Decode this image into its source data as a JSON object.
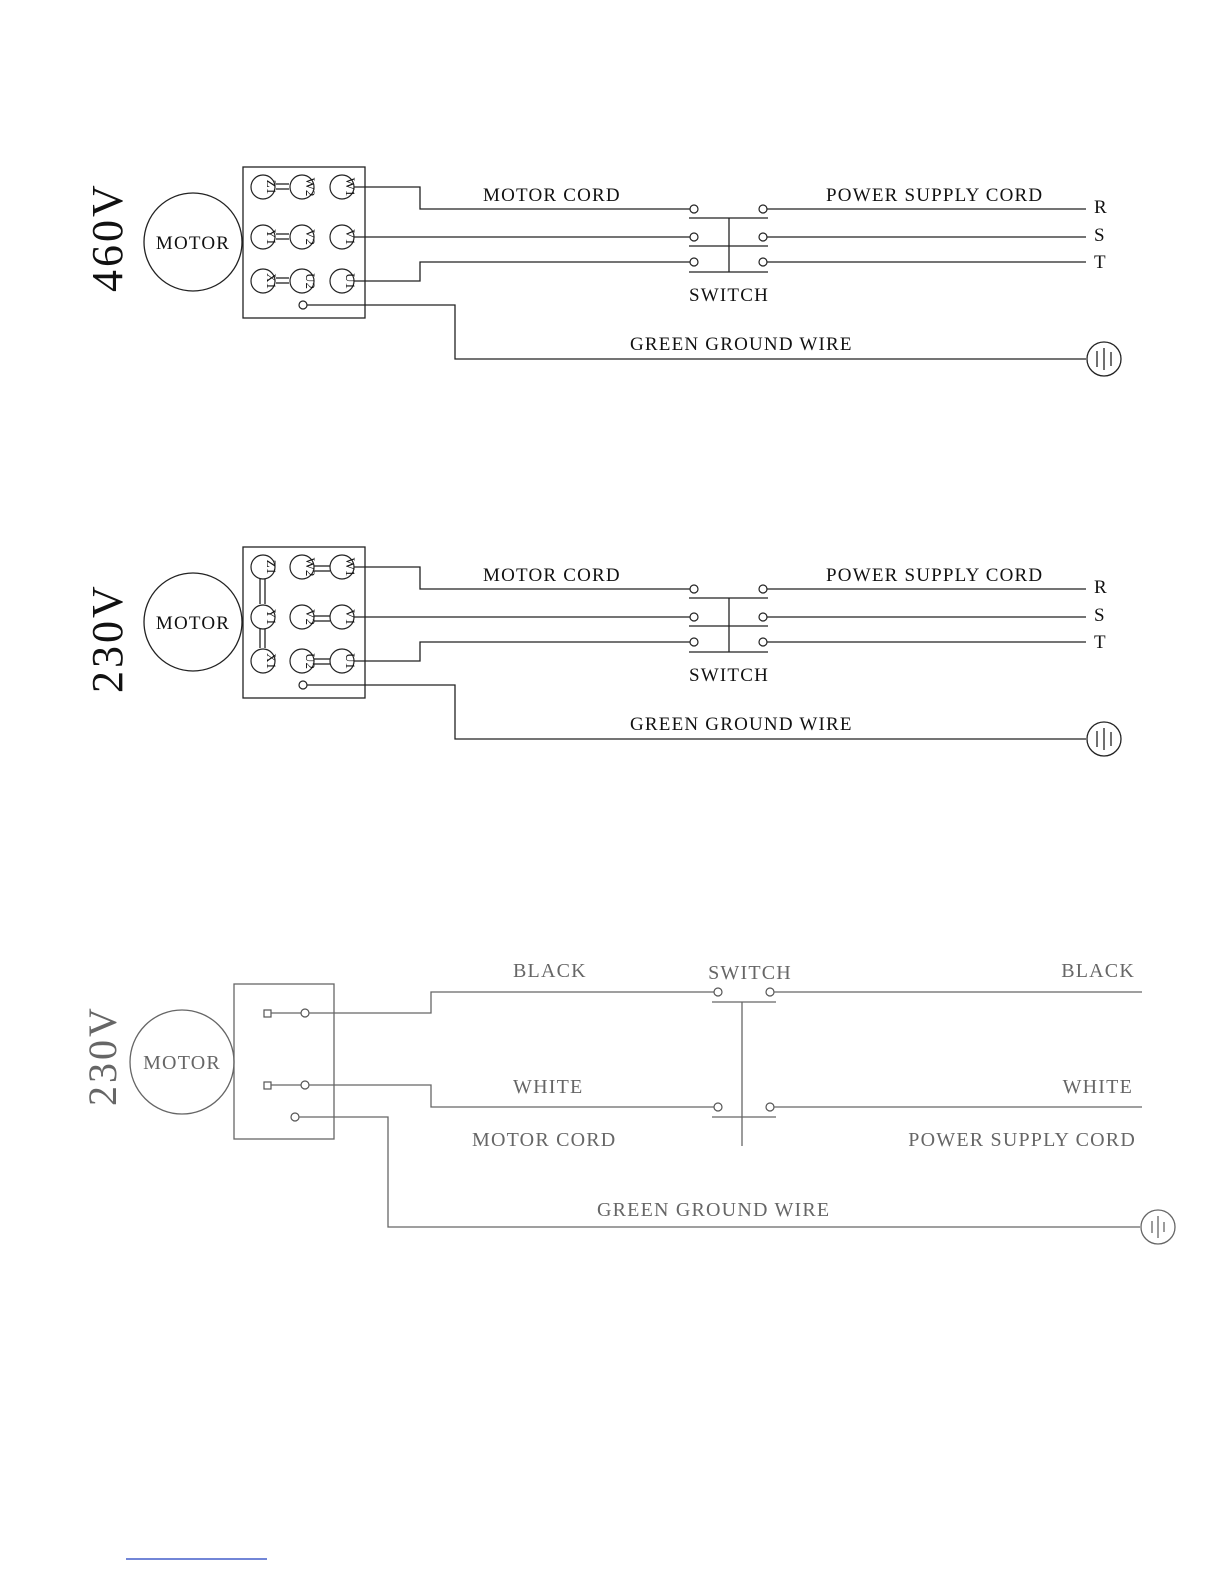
{
  "diagram_460": {
    "voltage": "460V",
    "motor": "MOTOR",
    "terminals": {
      "z1": "Z1",
      "w2": "W2",
      "w1": "W1",
      "y1": "Y1",
      "v2": "V2",
      "v1": "V1",
      "x1": "X1",
      "u2": "U2",
      "u1": "U1"
    },
    "motor_cord": "MOTOR CORD",
    "power_supply_cord": "POWER SUPPLY CORD",
    "switch": "SWITCH",
    "ground": "GREEN GROUND WIRE",
    "phases": {
      "r": "R",
      "s": "S",
      "t": "T"
    }
  },
  "diagram_230_3ph": {
    "voltage": "230V",
    "motor": "MOTOR",
    "terminals": {
      "z1": "Z1",
      "w2": "W2",
      "w1": "W1",
      "y1": "Y1",
      "v2": "V2",
      "v1": "V1",
      "x1": "X1",
      "u2": "U2",
      "u1": "U1"
    },
    "motor_cord": "MOTOR CORD",
    "power_supply_cord": "POWER SUPPLY CORD",
    "switch": "SWITCH",
    "ground": "GREEN GROUND WIRE",
    "phases": {
      "r": "R",
      "s": "S",
      "t": "T"
    }
  },
  "diagram_230_1ph": {
    "voltage": "230V",
    "motor": "MOTOR",
    "black_left": "BLACK",
    "black_right": "BLACK",
    "white_left": "WHITE",
    "white_right": "WHITE",
    "switch": "SWITCH",
    "motor_cord": "MOTOR CORD",
    "power_supply_cord": "POWER SUPPLY CORD",
    "ground": "GREEN GROUND WIRE"
  },
  "colors": {
    "footer_link": "#1f3fbf"
  }
}
